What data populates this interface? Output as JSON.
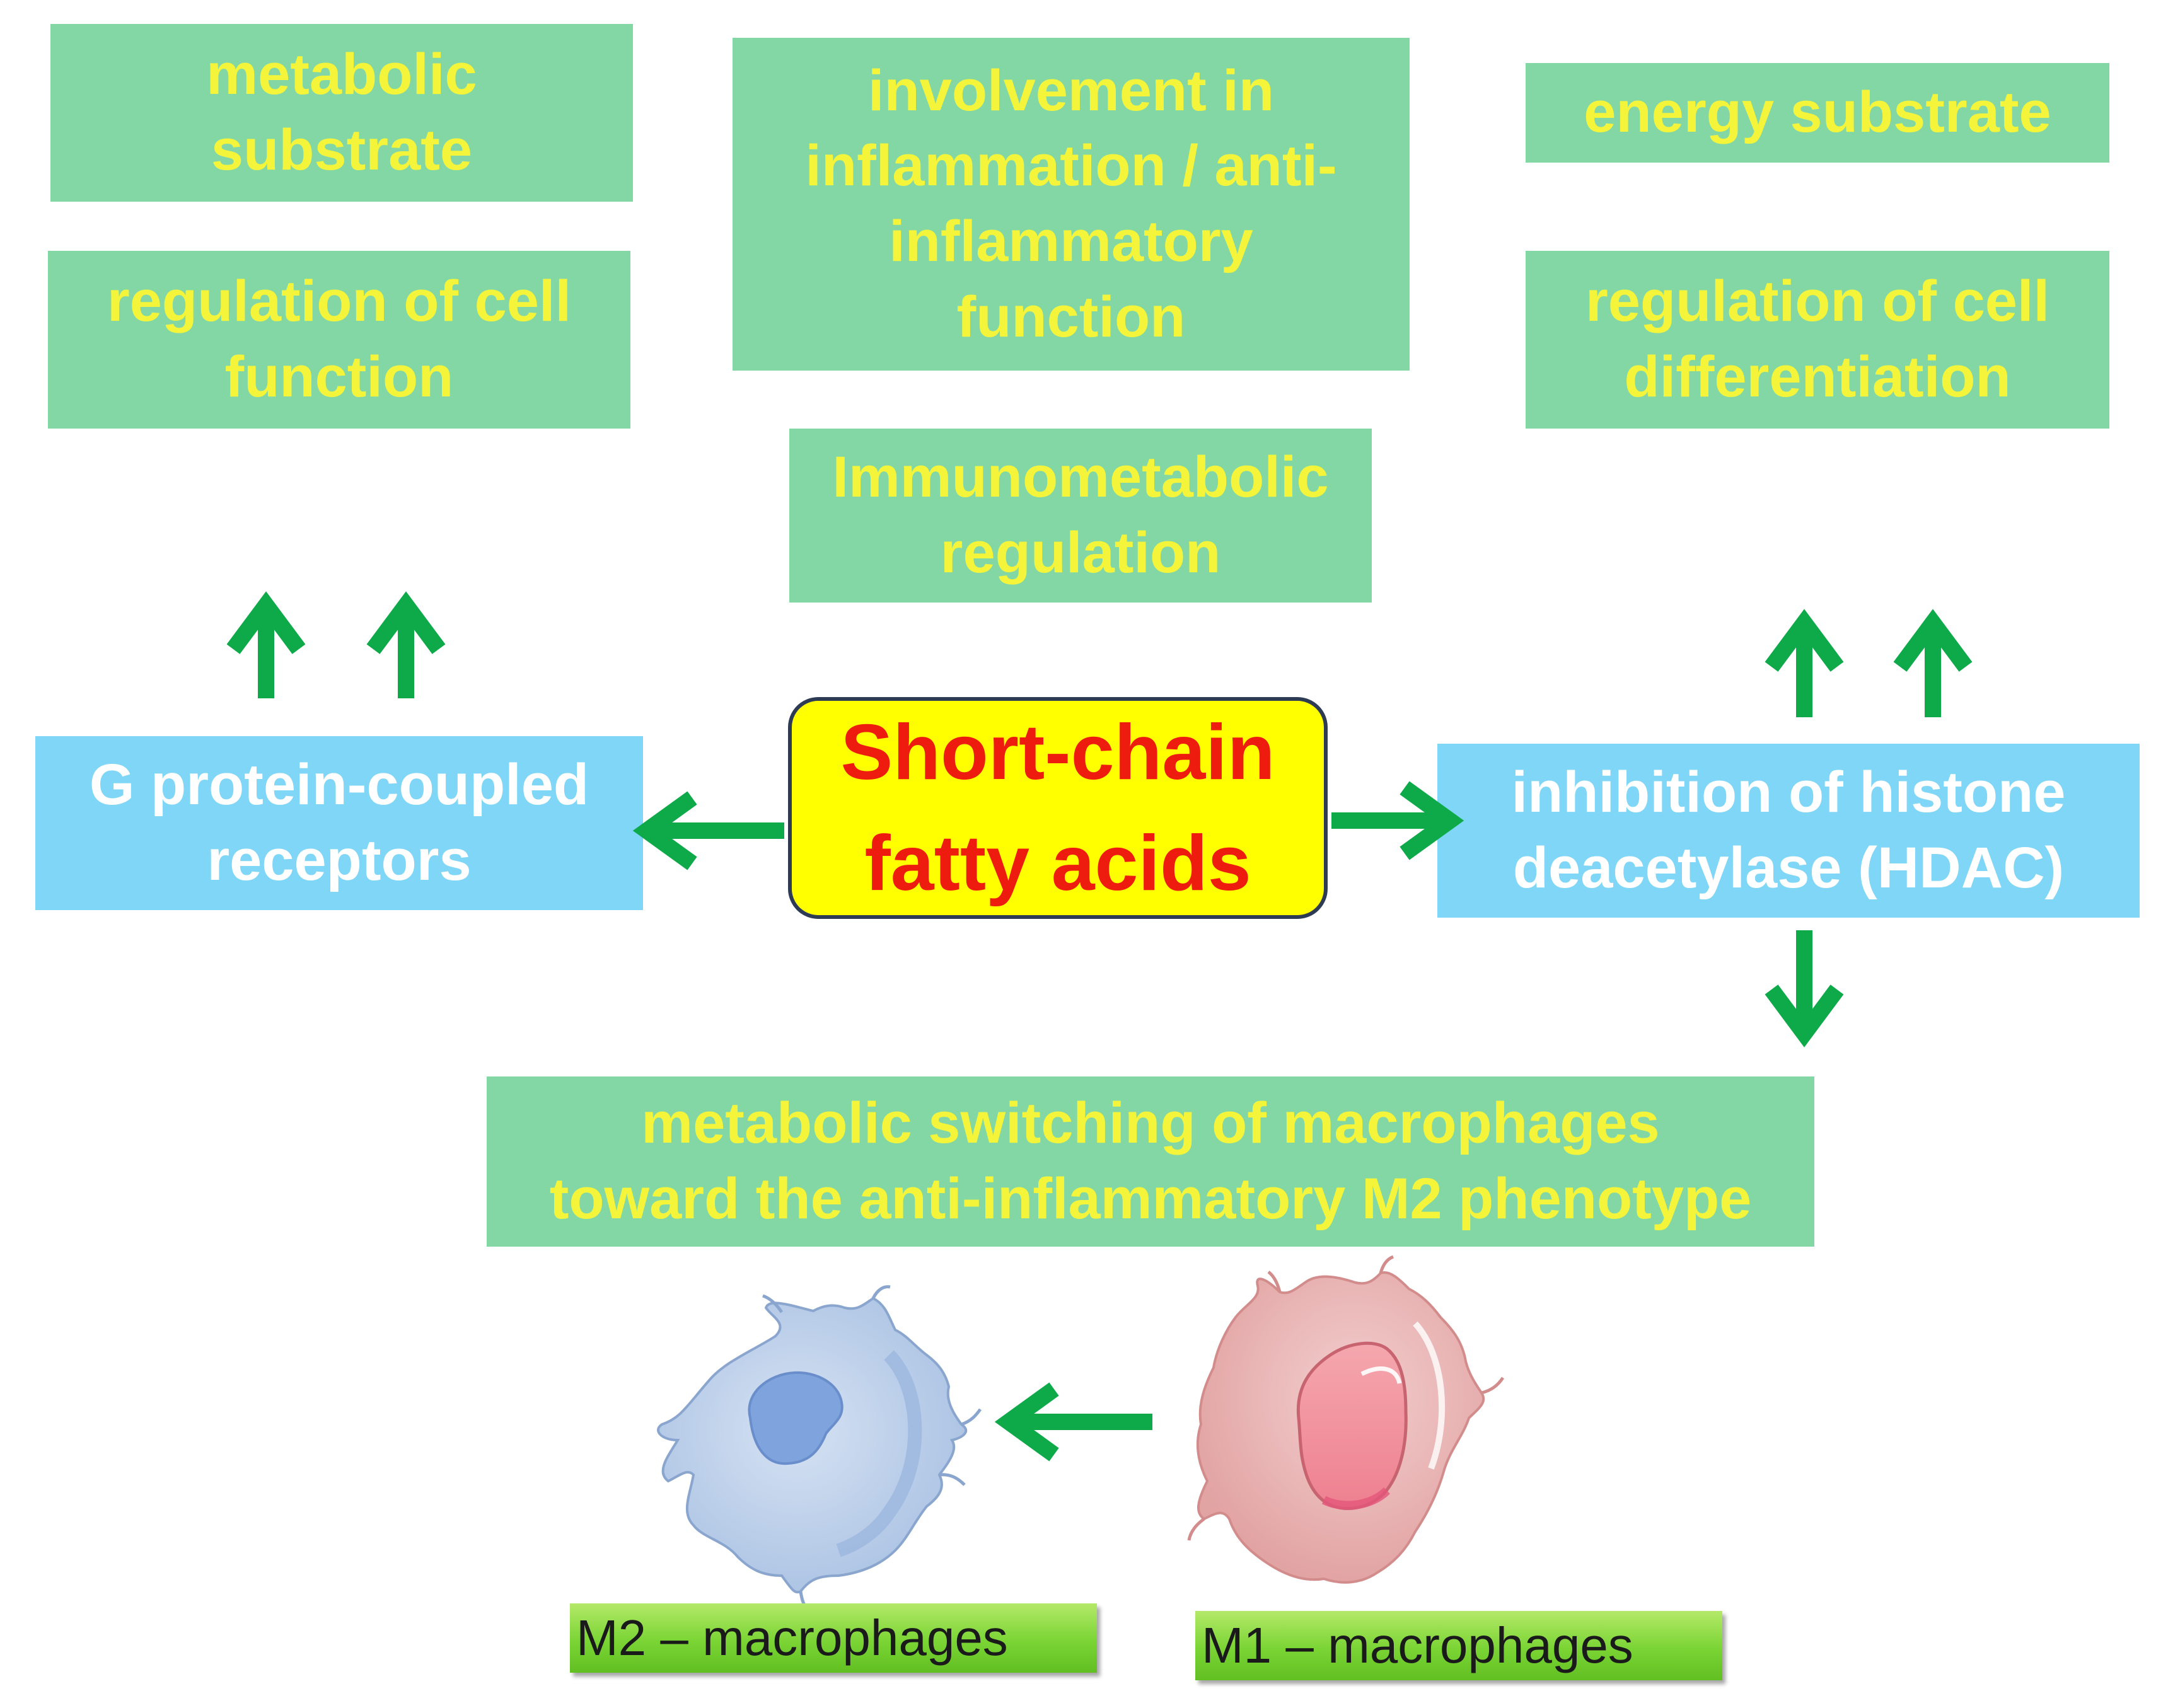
{
  "diagram": {
    "center": "Short-chain\nfatty acids",
    "left_pathway": "G protein-coupled\nreceptors",
    "right_pathway": "inhibition of histone\ndeacetylase (HDAC)",
    "left_effects": [
      "metabolic\nsubstrate",
      "regulation of cell\nfunction"
    ],
    "middle_effects": [
      "involvement in\ninflammation / anti-\ninflammatory\nfunction",
      "Immunometabolic\nregulation"
    ],
    "right_effects": [
      "energy substrate",
      "regulation of cell\ndifferentiation"
    ],
    "bottom_effect": "metabolic switching of macrophages\ntoward the anti-inflammatory M2 phenotype",
    "m2_label": "M2 – macrophages",
    "m1_label": "M1 – macrophages"
  },
  "colors": {
    "effect_box": "#83d7a5",
    "effect_text": "#f4f53a",
    "pathway_box": "#7fd6f7",
    "pathway_text": "#ffffff",
    "center_box": "#ffff00",
    "center_text": "#ee1c0e",
    "arrow": "#0eaa4a",
    "label_box": "#7ad434",
    "m2_cell": "#b9cde9",
    "m1_cell": "#eab3b3"
  }
}
